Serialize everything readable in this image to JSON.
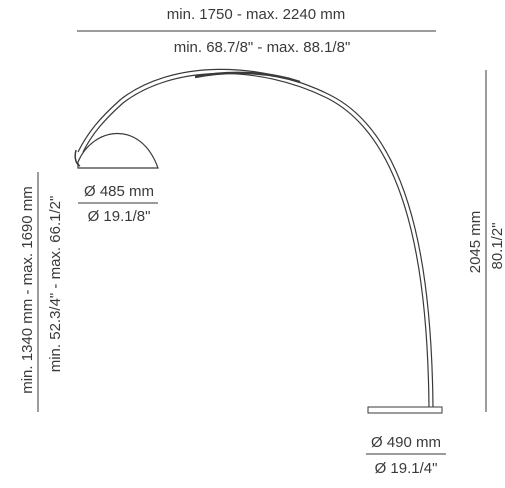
{
  "width": {
    "metric": "min. 1750 - max. 2240 mm",
    "imperial": "min. 68.7/8\" - max. 88.1/8\""
  },
  "shade_diameter": {
    "metric": "Ø 485 mm",
    "imperial": "Ø 19.1/8\""
  },
  "height_range": {
    "metric": "min. 1340 mm - max. 1690 mm",
    "imperial": "min. 52.3/4\" - max. 66.1/2\""
  },
  "total_height": {
    "metric": "2045 mm",
    "imperial": "80.1/2\""
  },
  "base_diameter": {
    "metric": "Ø 490 mm",
    "imperial": "Ø 19.1/4\""
  },
  "colors": {
    "line": "#3a3a3a",
    "background": "#ffffff"
  }
}
